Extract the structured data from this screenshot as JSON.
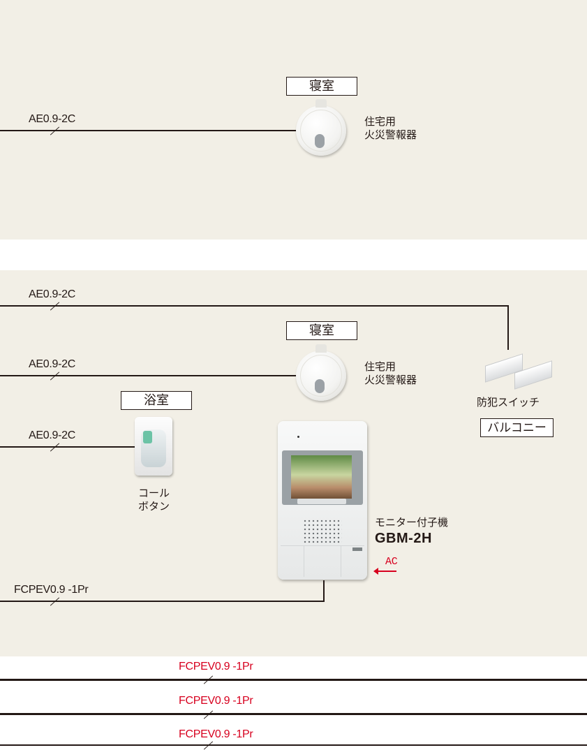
{
  "panel_top": {
    "wire_label": "AE0.9-2C",
    "room": "寝室",
    "detector_desc": [
      "住宅用",
      "火災警報器"
    ]
  },
  "panel_mid": {
    "wire1_label": "AE0.9-2C",
    "wire2_label": "AE0.9-2C",
    "wire3_label": "AE0.9-2C",
    "wire4_label": "FCPEV0.9 -1Pr",
    "room_bedroom": "寝室",
    "room_bath": "浴室",
    "detector_desc": [
      "住宅用",
      "火災警報器"
    ],
    "call_button_desc": [
      "コール",
      "ボタン"
    ],
    "switch_desc": "防犯スイッチ",
    "balcony": "バルコニー",
    "monitor_desc": "モニター付子機",
    "monitor_model": "GBM-2H",
    "ac_label": "AC"
  },
  "bottom_lines": {
    "labels": [
      "FCPEV0.9 -1Pr",
      "FCPEV0.9 -1Pr",
      "FCPEV0.9 -1Pr"
    ],
    "label_color": "#d7001e"
  },
  "colors": {
    "panel_bg": "#f2efe6",
    "line": "#231815",
    "accent_red": "#d7001e"
  }
}
